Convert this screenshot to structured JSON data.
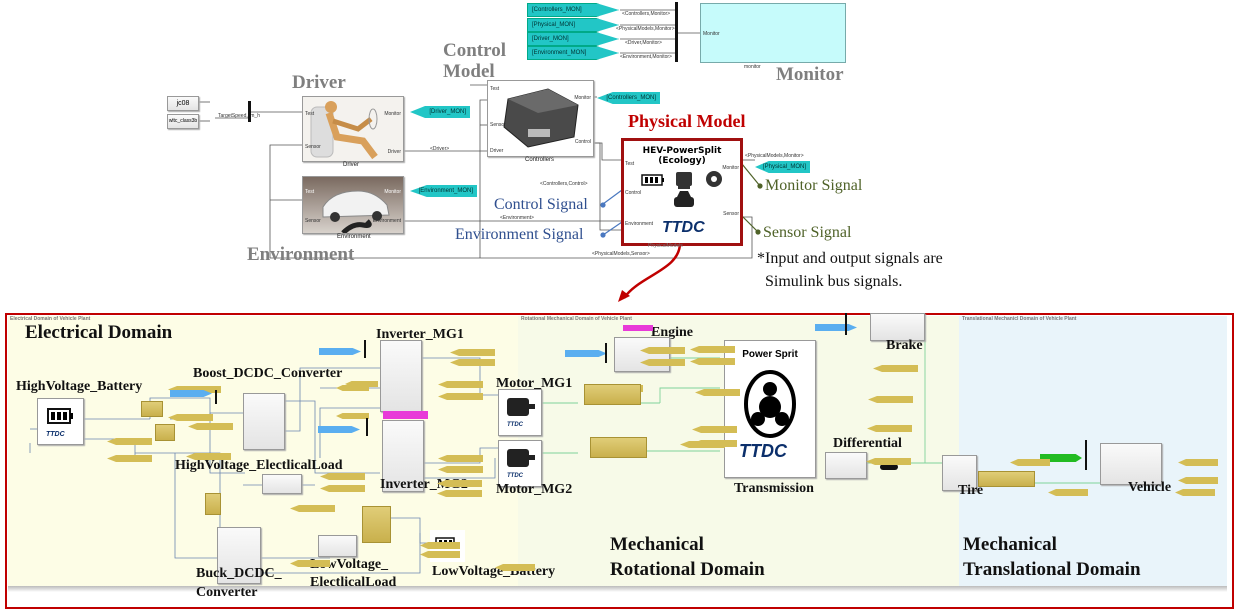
{
  "top": {
    "monitor_tags": [
      "[Controllers_MON]",
      "[Physical_MON]",
      "[Driver_MON]",
      "[Environment_MON]"
    ],
    "monitor_bus_signals": [
      "<Controllers,Monitor>",
      "<PhysicalModels,Monitor>",
      "<Driver,Monitor>",
      "<Environment,Monitor>"
    ],
    "monitor_block_port": "Monitor",
    "monitor_block_caption": "monitor",
    "labels": {
      "monitor": "Monitor",
      "control_model_1": "Control",
      "control_model_2": "Model",
      "driver": "Driver",
      "environment": "Environment",
      "physical_model": "Physical Model"
    },
    "sources": [
      "jc08",
      "wltc_class3b"
    ],
    "target_speed": "TargetSpeed,km_h",
    "driver_block": {
      "caption": "Driver",
      "ports_in": [
        "Test",
        "Sensor"
      ],
      "ports_out": [
        "Monitor",
        "Driver"
      ],
      "tag": "[Driver_MON]"
    },
    "environment_block": {
      "caption": "Environment",
      "ports_in": [
        "Test",
        "Sensor"
      ],
      "ports_out": [
        "Monitor",
        "Environment"
      ],
      "tag": "[Environment_MON]"
    },
    "controllers_block": {
      "caption": "Controllers",
      "ports_in": [
        "Test",
        "Sensor",
        "Driver"
      ],
      "ports_out": [
        "Monitor",
        "Control"
      ],
      "tag": "[Controllers_MON]"
    },
    "driver_signal": "<Driver>",
    "environment_signal": "<Environment>",
    "controllers_control_signal": "<Controllers,Control>",
    "sensor_signal": "<PhysicalModels,Sensor>",
    "physical_block": {
      "title_1": "HEV-PowerSplit",
      "title_2": "(Ecology)",
      "logo": "TTDC",
      "ports_in": [
        "Test",
        "Control",
        "Environment"
      ],
      "ports_out": [
        "Monitor",
        "Sensor"
      ],
      "monitor_signal": "<PhysicalModels,Monitor>",
      "tag": "[Physical_MON]",
      "caption": "PhysicalModels"
    },
    "annotations": {
      "monitor_signal": "Monitor Signal",
      "control_signal": "Control Signal",
      "environment_signal": "Environment  Signal",
      "sensor_signal": "Sensor Signal",
      "note_1": "*Input and output signals are",
      "note_2": "Simulink  bus signals."
    },
    "colors": {
      "accent_red": "#c00000",
      "signal_blue": "#2f4f8f",
      "signal_green": "#4f6228",
      "tag_cyan": "#22c6c6"
    }
  },
  "plant": {
    "section_headers": [
      "Electrical Domain of Vehicle Plant",
      "Rotational Mechanical Domain of Vehicle Plant",
      "Translational Mechanicl Domain of Vehicle Plant"
    ],
    "domains": {
      "electrical": "Electrical Domain",
      "rotational_1": "Mechanical",
      "rotational_2": "Rotational Domain",
      "translational_1": "Mechanical",
      "translational_2": "Translational  Domain"
    },
    "components": {
      "hv_battery": "HighVoltage_Battery",
      "boost": "Boost_DCDC_Converter",
      "inverter_mg1": "Inverter_MG1",
      "inverter_mg2": "Inverter_MG2",
      "motor_mg1": "Motor_MG1",
      "motor_mg2": "Motor_MG2",
      "hv_load": "HighVoltage_ElectlicalLoad",
      "buck_1": "Buck_DCDC_",
      "buck_2": "Converter",
      "lv_load_1": "LowVoltage_",
      "lv_load_2": "ElectlicalLoad",
      "lv_battery": "LowVoltage_Battery",
      "engine": "Engine",
      "power_split": "Power Sprit",
      "transmission": "Transmission",
      "brake": "Brake",
      "differential": "Differential",
      "tire": "Tire",
      "vehicle": "Vehicle"
    },
    "logo": "TTDC",
    "colors": {
      "electrical_bg": "#fdfde6",
      "rotational_bg": "#f7fae8",
      "translational_bg": "#e9f4fa",
      "frame": "#c00000"
    }
  }
}
